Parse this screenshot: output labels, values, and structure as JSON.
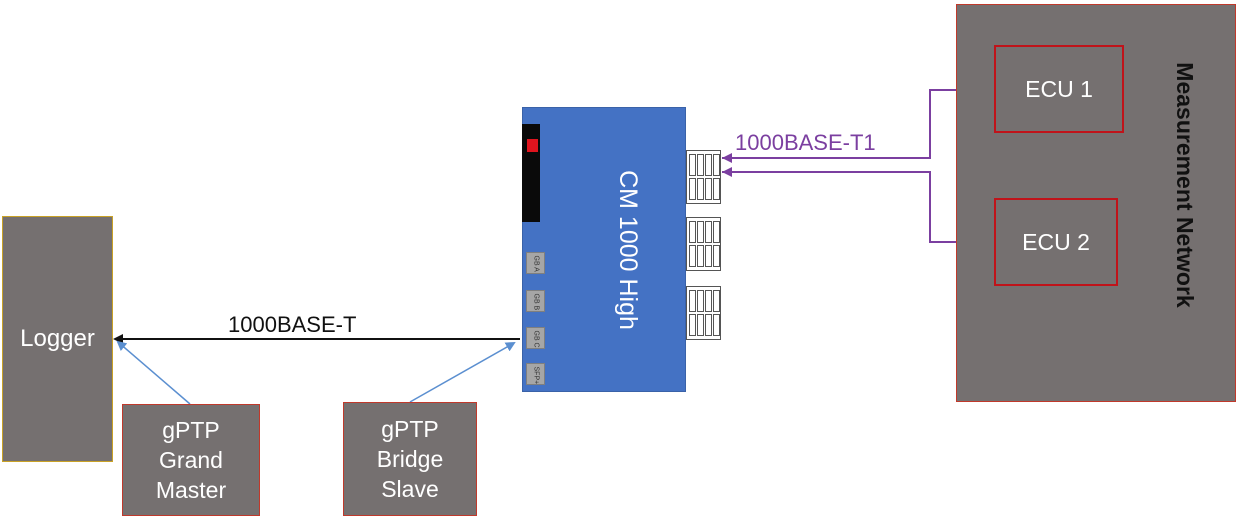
{
  "logger": {
    "label": "Logger"
  },
  "gptp_grand_master": {
    "lines": [
      "gPTP",
      "Grand",
      "Master"
    ]
  },
  "gptp_bridge_slave": {
    "lines": [
      "gPTP",
      "Bridge",
      "Slave"
    ]
  },
  "device": {
    "label": "CM 1000 High",
    "gigabit_ports": [
      "GB A",
      "GB B",
      "GB C",
      "SFP+"
    ]
  },
  "links": {
    "ethernet": "1000BASE-T",
    "automotive": "1000BASE-T1"
  },
  "measurement_network": {
    "title": "Measurement Network",
    "ecus": [
      "ECU 1",
      "ECU 2"
    ]
  },
  "colors": {
    "box_fill": "#757070",
    "device_fill": "#4472c4",
    "ecu_border": "#c0131a",
    "automotive_link": "#7b3fa0",
    "sync_arrow": "#5b8fd0"
  }
}
